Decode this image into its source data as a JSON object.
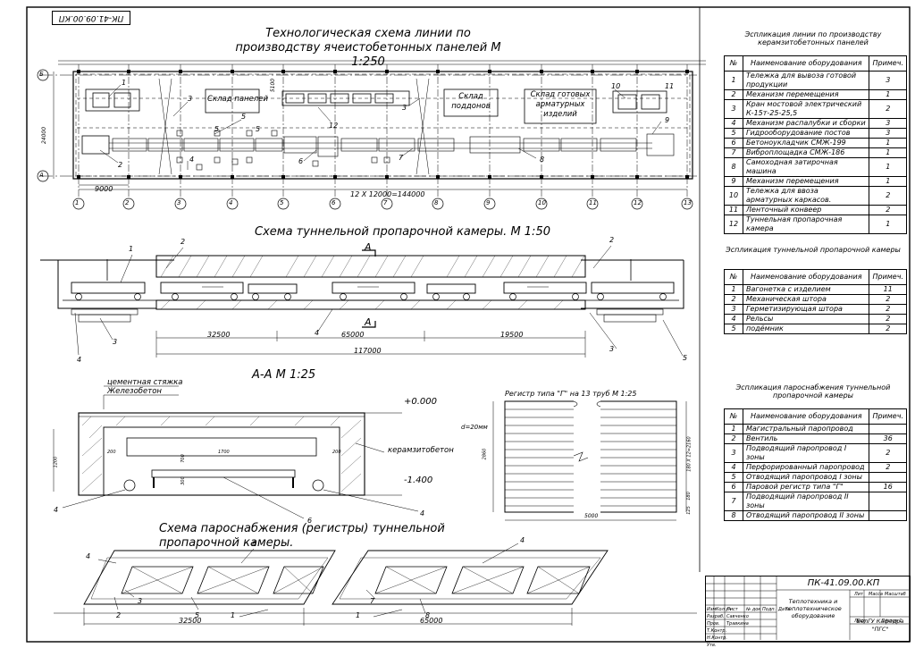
{
  "doc_code": "ПК-41.09.00.КП",
  "titles": {
    "main": "Технологическая схема линии по производству ячеистобетонных панелей М 1:250",
    "tunnel": "Схема туннельной пропарочной камеры. М 1:50",
    "section": "А-А М 1:25",
    "registers": "Схема пароснабжения (регистры) туннельной пропарочной камеры.",
    "register_type": "Регистр типа \"Г\" на 13 труб М 1:25"
  },
  "plan": {
    "zones": [
      "Склад панелей",
      "Склад поддонов",
      "Склад готовых арматурных изделий"
    ],
    "axis_rows": [
      "Б",
      "А"
    ],
    "axis_cols": [
      "1",
      "2",
      "3",
      "4",
      "5",
      "6",
      "7",
      "8",
      "9",
      "10",
      "11",
      "12",
      "13"
    ],
    "dims": {
      "span": "9000",
      "total": "12 X 12000=144000",
      "width": "24000",
      "mid": "5100"
    },
    "markers": [
      "1",
      "2",
      "3",
      "4",
      "5",
      "5",
      "5",
      "6",
      "7",
      "8",
      "9",
      "10",
      "11",
      "12",
      "3"
    ]
  },
  "tunnel": {
    "section_mark": "А",
    "dims": [
      "32500",
      "65000",
      "19500",
      "117000"
    ],
    "markers": [
      "1",
      "2",
      "2",
      "3",
      "3",
      "4",
      "4",
      "5"
    ]
  },
  "section": {
    "labels": [
      "цементная стяжка",
      "Железобетон",
      "керамзитобетон"
    ],
    "levels": [
      "+0.000",
      "-1.400"
    ],
    "dims": [
      "200",
      "1700",
      "200",
      "700",
      "300",
      "1200"
    ],
    "markers": [
      "4",
      "4",
      "6"
    ]
  },
  "register": {
    "d": "d=20мм",
    "dims": [
      "5000",
      "2860",
      "180 X 12=2160",
      "180",
      "125"
    ]
  },
  "registers_plan": {
    "dims": [
      "32500",
      "65000"
    ],
    "markers": [
      "4",
      "6",
      "3",
      "2",
      "5",
      "1",
      "4",
      "7",
      "1",
      "8"
    ]
  },
  "spec1": {
    "title": "Эспликация линии по производству керамзитобетонных панелей",
    "headers": [
      "№",
      "Наименование оборудования",
      "Примеч."
    ],
    "rows": [
      [
        "1",
        "Тележка для вывоза готовой продукции",
        "3"
      ],
      [
        "2",
        "Механизм перемещения",
        "1"
      ],
      [
        "3",
        "Кран мостовой электрический К-15т-25-25,5",
        "2"
      ],
      [
        "4",
        "Механизм распалубки и сборки",
        "3"
      ],
      [
        "5",
        "Гидрооборудование постов",
        "3"
      ],
      [
        "6",
        "Бетоноукладчик СМЖ-199",
        "1"
      ],
      [
        "7",
        "Виброплощадка СМЖ-186",
        "1"
      ],
      [
        "8",
        "Самоходная затирочная машина",
        "1"
      ],
      [
        "9",
        "Механизм перемещения",
        "1"
      ],
      [
        "10",
        "Тележка для ввоза арматурных каркасов.",
        "2"
      ],
      [
        "11",
        "Ленточный конвеер",
        "2"
      ],
      [
        "12",
        "Туннельная пропарочная камера",
        "1"
      ]
    ]
  },
  "spec2": {
    "title": "Эспликация туннельной пропарочной камеры",
    "headers": [
      "№",
      "Наименование оборудования",
      "Примеч."
    ],
    "rows": [
      [
        "1",
        "Вагонетка с изделием",
        "11"
      ],
      [
        "2",
        "Механическая штора",
        "2"
      ],
      [
        "3",
        "Герметизирующая штора",
        "2"
      ],
      [
        "4",
        "Рельсы",
        "2"
      ],
      [
        "5",
        "подёмник",
        "2"
      ]
    ]
  },
  "spec3": {
    "title": "Эспликация пароснабжения туннельной пропарочной камеры",
    "headers": [
      "№",
      "Наименование оборудования",
      "Примеч."
    ],
    "rows": [
      [
        "1",
        "Магистральный паропровод",
        ""
      ],
      [
        "2",
        "Вентиль",
        "36"
      ],
      [
        "3",
        "Подводящий паропровод I зоны",
        "2"
      ],
      [
        "4",
        "Перфорированный паропровод",
        "2"
      ],
      [
        "5",
        "Отводящий паропровод I зоны",
        ""
      ],
      [
        "6",
        "Паровой регистр типа \"Г\"",
        "16"
      ],
      [
        "7",
        "Подводящий паропровод II зоны",
        ""
      ],
      [
        "8",
        "Отводящий паропровод II зоны",
        ""
      ]
    ]
  },
  "stamp": {
    "code": "ПК-41.09.00.КП",
    "name": "Теплотехника и теплотехническое оборудование",
    "org": "БелГУ Кафедра \"ПГС\"",
    "cols": [
      "Изм",
      "Кол.уч",
      "Лист",
      "№ док",
      "Подп.",
      "Дата"
    ],
    "roles": [
      "Разраб.",
      "Пров.",
      "Т.Контр.",
      "Н.Контр.",
      "Утв."
    ],
    "people": [
      "Савченко",
      "Травкина"
    ],
    "sheet_headers": [
      "Лит",
      "Масса",
      "Масштаб"
    ],
    "sheet": [
      "Лист",
      "Листов 1"
    ]
  }
}
